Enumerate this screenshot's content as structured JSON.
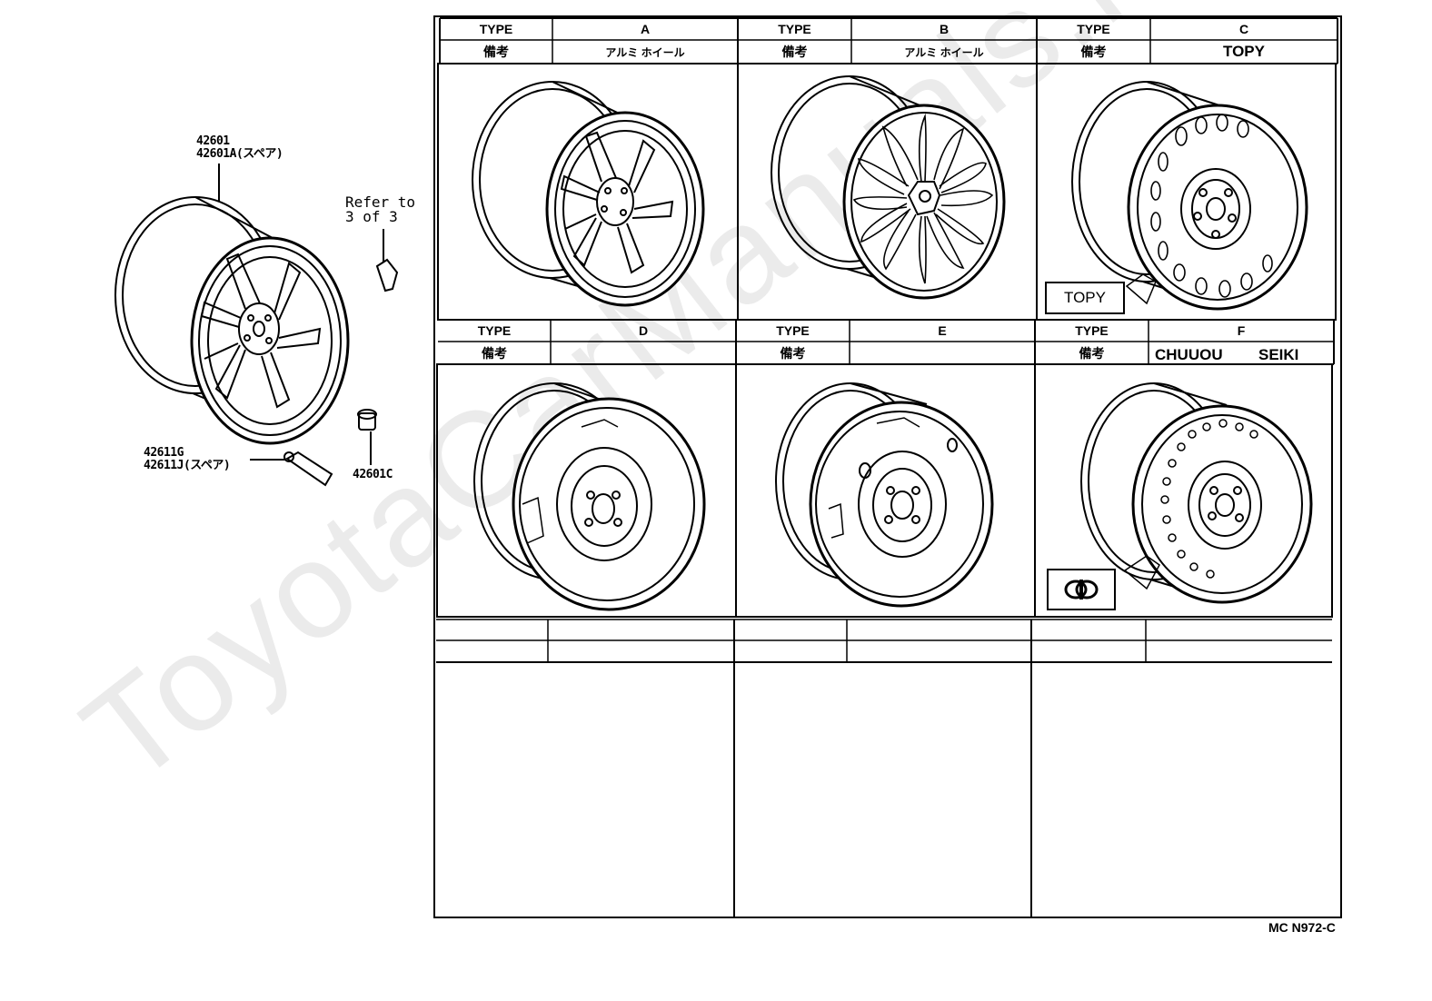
{
  "watermark": "ToyotaCarManuals.ru",
  "callouts": {
    "wheel_part": "42601",
    "wheel_spare_part": "42601A(スペア)",
    "valve_part": "42611G",
    "valve_spare_part": "42611J(スペア)",
    "nut_part": "42601C",
    "refer_line1": "Refer to",
    "refer_line2": "3 of 3"
  },
  "table": {
    "type_label": "TYPE",
    "remark_label": "備考",
    "types": [
      {
        "code": "A",
        "remark": "アルミ ホイール"
      },
      {
        "code": "B",
        "remark": "アルミ ホイール"
      },
      {
        "code": "C",
        "remark": "TOPY"
      },
      {
        "code": "D",
        "remark": ""
      },
      {
        "code": "E",
        "remark": ""
      },
      {
        "code": "F",
        "remark_left": "CHUUOU",
        "remark_right": "SEIKI"
      }
    ],
    "topy_stamp": "TOPY"
  },
  "footer_code": "MC N972-C"
}
